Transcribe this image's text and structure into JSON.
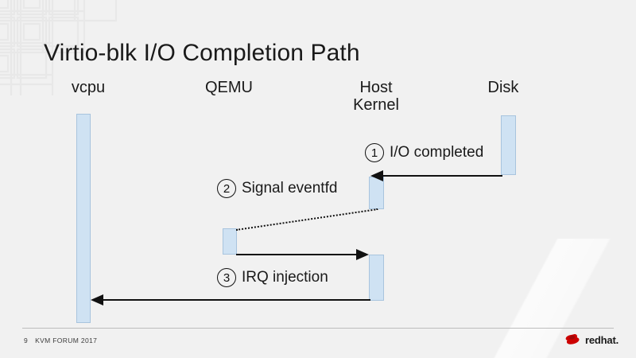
{
  "slide": {
    "title": "Virtio-blk I/O Completion Path",
    "page_number": "9",
    "event": "KVM FORUM 2017",
    "brand": "redhat.",
    "background_color": "#f1f1f1",
    "bar_color": "#cfe2f3",
    "bar_border_color": "#a8c4de",
    "line_color": "#111111",
    "brand_logo_color": "#cc0000"
  },
  "columns": [
    {
      "label": "vcpu",
      "name": "column-header-vcpu"
    },
    {
      "label": "QEMU",
      "name": "column-header-qemu"
    },
    {
      "label": "Host\nKernel",
      "name": "column-header-host-kernel"
    },
    {
      "label": "Disk",
      "name": "column-header-disk"
    }
  ],
  "steps": [
    {
      "number": "1",
      "text": "I/O completed"
    },
    {
      "number": "2",
      "text": "Signal eventfd"
    },
    {
      "number": "3",
      "text": "IRQ injection"
    }
  ]
}
